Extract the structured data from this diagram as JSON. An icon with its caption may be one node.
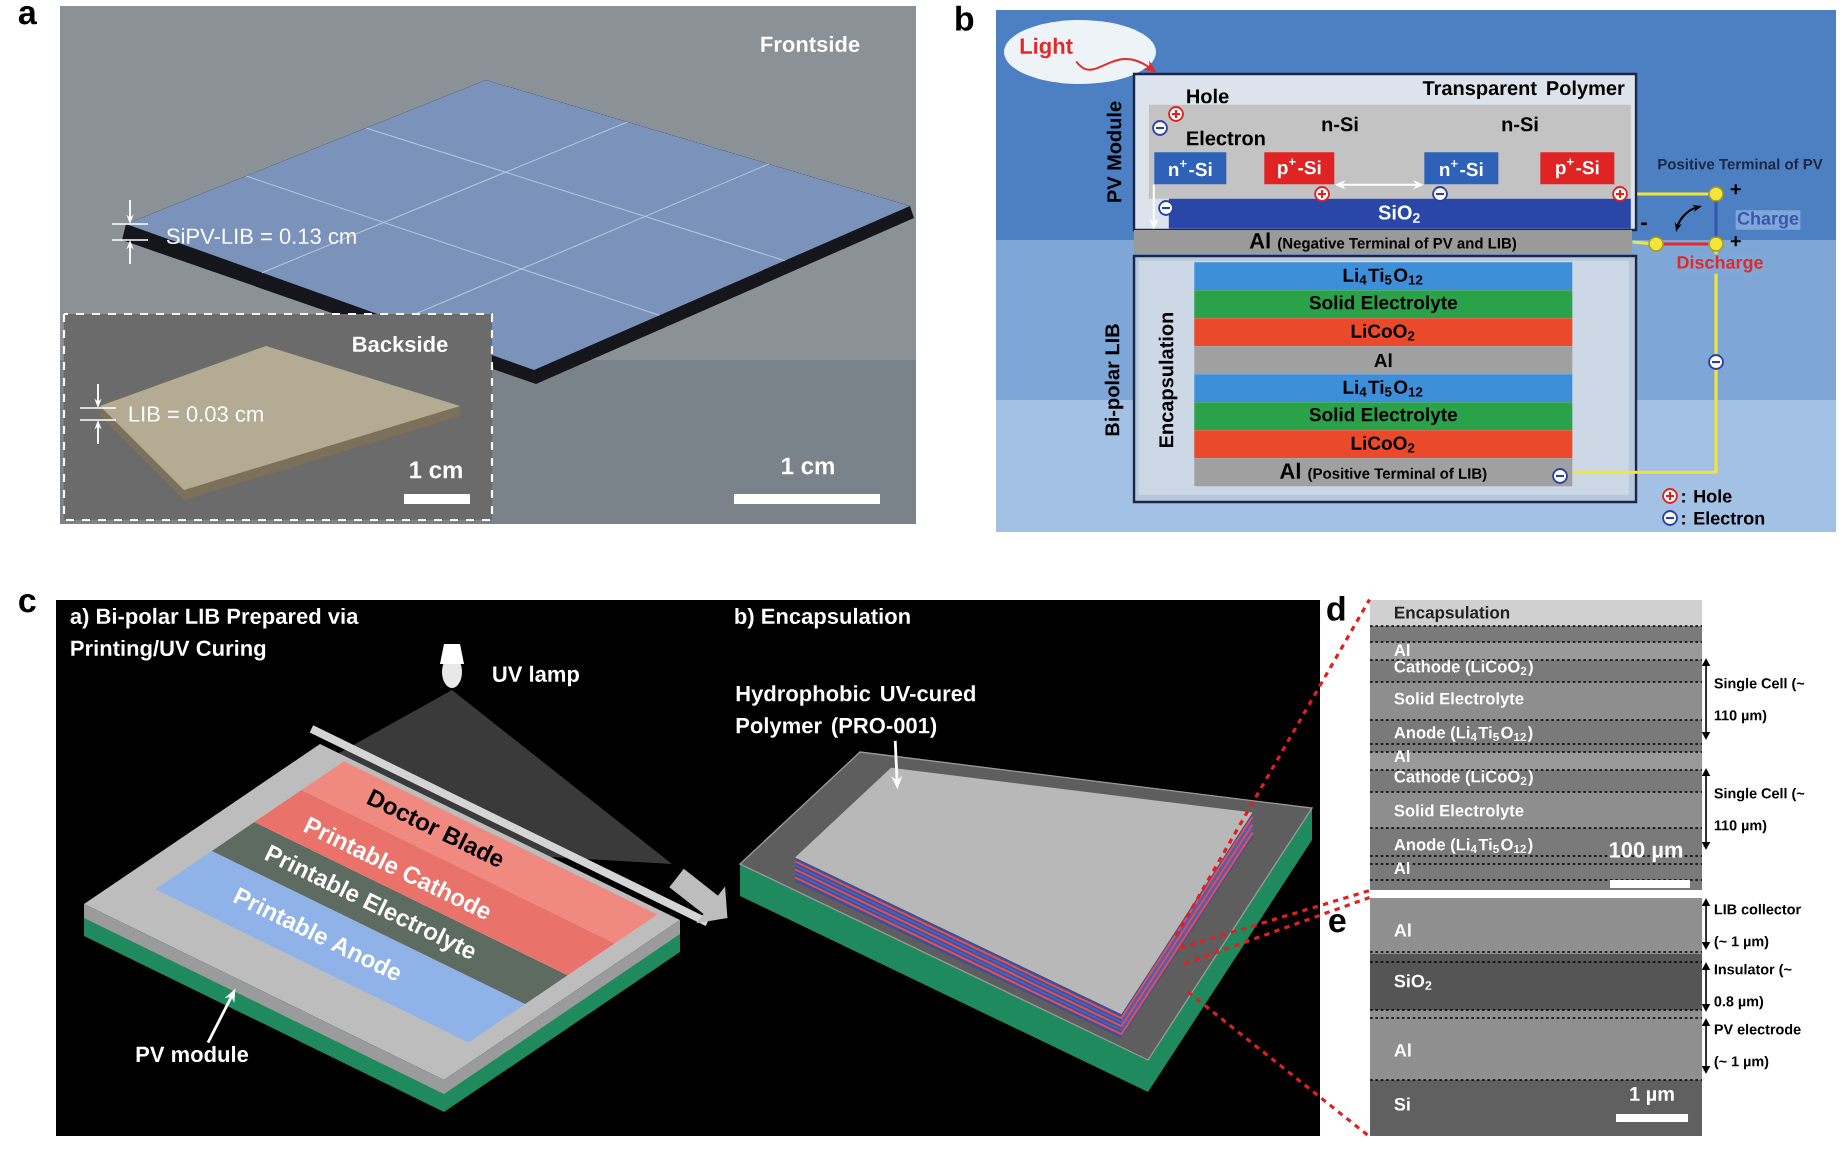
{
  "diagram": {
    "nodes": [
      {
        "text": [
          "PV Module"
        ]
      },
      {
        "text": [
          "Transparent Polymer"
        ],
        "in": 0
      },
      {
        "text": [
          "n-Si",
          "n-Si"
        ],
        "in": 0
      },
      {
        "text": [
          "n$^{+}$-Si"
        ],
        "in": 2
      },
      {
        "text": [
          "p$^{+}$-Si"
        ],
        "in": 2
      },
      {
        "text": [
          "n$^{+}$-Si"
        ],
        "in": 2
      },
      {
        "text": [
          "p$^{+}$-Si"
        ],
        "in": 2
      },
      {
        "text": [
          "SiO$_{2}$"
        ],
        "in": 0
      },
      {
        "text": [
          "Al",
          "(Negative Terminal of PV and LIB)"
        ]
      },
      {
        "text": [
          "Bi-polar LIB"
        ]
      },
      {
        "text": [
          "Encapsulation"
        ],
        "in": 9
      },
      {
        "text": [
          "Li$_{4}$Ti$_{5}$O$_{12}$"
        ],
        "in": 10
      },
      {
        "text": [
          "Solid Electrolyte"
        ],
        "in": 10
      },
      {
        "text": [
          "LiCoO$_{2}$"
        ],
        "in": 10
      },
      {
        "text": [
          "Al"
        ],
        "in": 10
      },
      {
        "text": [
          "Li$_{4}$Ti$_{5}$O$_{12}$"
        ],
        "in": 10
      },
      {
        "text": [
          "Solid Electrolyte"
        ],
        "in": 10
      },
      {
        "text": [
          "LiCoO$_{2}$"
        ],
        "in": 10
      },
      {
        "text": [
          "Al",
          "(Positive Terminal of LIB)"
        ],
        "in": 10
      },
      {
        "text": [],
        "shape": "circle",
        "beside": [
          "Positive Terminal of PV"
        ]
      },
      {
        "text": [],
        "shape": "circle"
      },
      {
        "text": [],
        "shape": "circle"
      },
      {
        "text": [
          "Light"
        ]
      },
      {
        "text": [],
        "shape": "picture"
      },
      {
        "text": [],
        "shape": "picture"
      },
      {
        "text": [
          "PV module"
        ]
      },
      {
        "text": [
          "Hydrophobic UV-cured Polymer (PRO-001)"
        ]
      },
      {
        "text": [],
        "shape": "picture"
      },
      {
        "text": [],
        "shape": "picture"
      }
    ],
    "edges": [
      {
        "from": 0,
        "to": 19,
        "arrow": "none",
        "color": "#f2e43a"
      },
      {
        "from": 19,
        "to": 21,
        "arrow": "none",
        "color": "#3a55b0",
        "label": "Charge"
      },
      {
        "from": 20,
        "to": 21,
        "arrow": "none",
        "color": "#e02a2a",
        "label": "Discharge"
      },
      {
        "from": 18,
        "to": 21,
        "arrow": "none",
        "color": "#f2e43a"
      },
      {
        "from": 8,
        "to": 20,
        "arrow": "none",
        "color": "#f2e43a"
      },
      {
        "from": 22,
        "to": 0,
        "arrow": "to",
        "color": "#e02a2a"
      },
      {
        "from": 23,
        "to": 24,
        "arrow": "to",
        "color": "#bdbdbd",
        "style": "thick"
      },
      {
        "from": 25,
        "to": 23,
        "arrow": "to",
        "color": "#ffffff"
      },
      {
        "from": 26,
        "to": 24,
        "arrow": "to",
        "color": "#ffffff"
      },
      {
        "from": 24,
        "to": 27,
        "arrow": "none",
        "color": "#e02020",
        "style": "dashed"
      },
      {
        "from": 24,
        "to": 27,
        "arrow": "none",
        "color": "#e02020",
        "style": "dashed"
      },
      {
        "from": 24,
        "to": 28,
        "arrow": "none",
        "color": "#e02020",
        "style": "dashed"
      },
      {
        "from": 24,
        "to": 28,
        "arrow": "none",
        "color": "#e02020",
        "style": "dashed"
      },
      {
        "from": 3,
        "to": 8,
        "arrow": "to",
        "color": "#ffffff"
      },
      {
        "from": 4,
        "to": 5,
        "arrow": "both",
        "color": "#ffffff"
      }
    ],
    "labels": [
      "a",
      "Frontside",
      "SiPV-LIB = 0.13 cm",
      "Backside",
      "LIB = 0.03 cm",
      "1 cm",
      "1 cm",
      "b",
      "Hole",
      "Electron",
      "+",
      "+",
      "-",
      "c",
      "a) Bi-polar LIB Prepared via Printing/UV Curing",
      "UV lamp",
      "Doctor Blade",
      "Printable Cathode",
      "Printable Electrolyte",
      "Printable Anode",
      "b) Encapsulation",
      "d",
      "Encapsulation",
      "Al",
      "Cathode (LiCoO$_{2}$)",
      "Solid Electrolyte",
      "Anode (Li$_{4}$Ti$_{5}$O$_{12}$)",
      "Al",
      "Cathode (LiCoO$_{2}$)",
      "Solid Electrolyte",
      "Anode (Li$_{4}$Ti$_{5}$O$_{12}$)",
      "Al",
      "100 µm",
      "Single Cell (~ 110 µm)",
      "Single Cell (~ 110 µm)",
      "e",
      "Al",
      "SiO$_{2}$",
      "Al",
      "Si",
      "1 µm",
      "LIB collector (~ 1 µm)",
      "Insulator (~ 0.8 µm)",
      "PV electrode (~ 1 µm)"
    ],
    "legend": [
      {
        "text": ": Hole"
      },
      {
        "text": ": Electron"
      }
    ]
  }
}
